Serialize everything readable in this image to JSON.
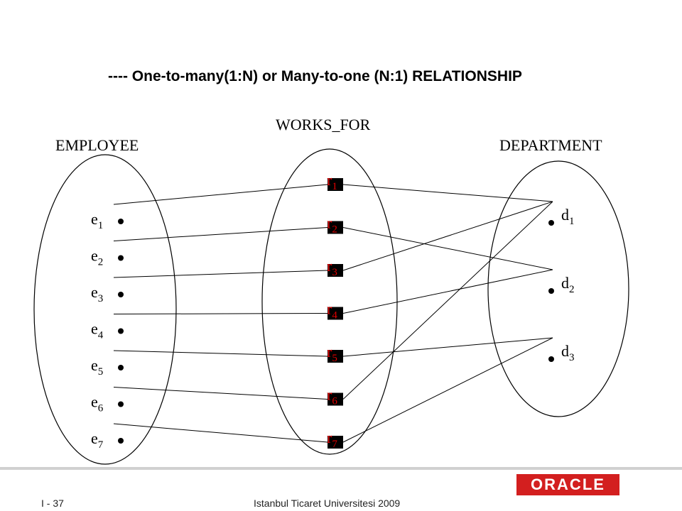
{
  "slide": {
    "title": "---- One-to-many(1:N) or Many-to-one (N:1) RELATIONSHIP"
  },
  "diagram": {
    "left_entity": {
      "name": "EMPLOYEE",
      "items": [
        {
          "base": "e",
          "sub": "1"
        },
        {
          "base": "e",
          "sub": "2"
        },
        {
          "base": "e",
          "sub": "3"
        },
        {
          "base": "e",
          "sub": "4"
        },
        {
          "base": "e",
          "sub": "5"
        },
        {
          "base": "e",
          "sub": "6"
        },
        {
          "base": "e",
          "sub": "7"
        }
      ]
    },
    "relationship": {
      "name": "WORKS_FOR",
      "items": [
        {
          "base": "r",
          "sub": "1"
        },
        {
          "base": "r",
          "sub": "2"
        },
        {
          "base": "r",
          "sub": "3"
        },
        {
          "base": "r",
          "sub": "4"
        },
        {
          "base": "r",
          "sub": "5"
        },
        {
          "base": "r",
          "sub": "6"
        },
        {
          "base": "r",
          "sub": "7"
        }
      ]
    },
    "right_entity": {
      "name": "DEPARTMENT",
      "items": [
        {
          "base": "d",
          "sub": "1"
        },
        {
          "base": "d",
          "sub": "2"
        },
        {
          "base": "d",
          "sub": "3"
        }
      ]
    },
    "links": [
      {
        "employee": "e1",
        "instance": "r1",
        "department": "d1"
      },
      {
        "employee": "e2",
        "instance": "r2",
        "department": "d2"
      },
      {
        "employee": "e3",
        "instance": "r3",
        "department": "d1"
      },
      {
        "employee": "e4",
        "instance": "r4",
        "department": "d2"
      },
      {
        "employee": "e5",
        "instance": "r5",
        "department": "d3"
      },
      {
        "employee": "e6",
        "instance": "r6",
        "department": "d1"
      },
      {
        "employee": "e7",
        "instance": "r7",
        "department": "d3"
      }
    ],
    "colors": {
      "relationship_text": "#e00000",
      "relationship_box": "#000000",
      "lines": "#000000"
    }
  },
  "footer": {
    "page": "I - 37",
    "text": "Istanbul Ticaret Universitesi 2009",
    "logo": "ORACLE"
  }
}
